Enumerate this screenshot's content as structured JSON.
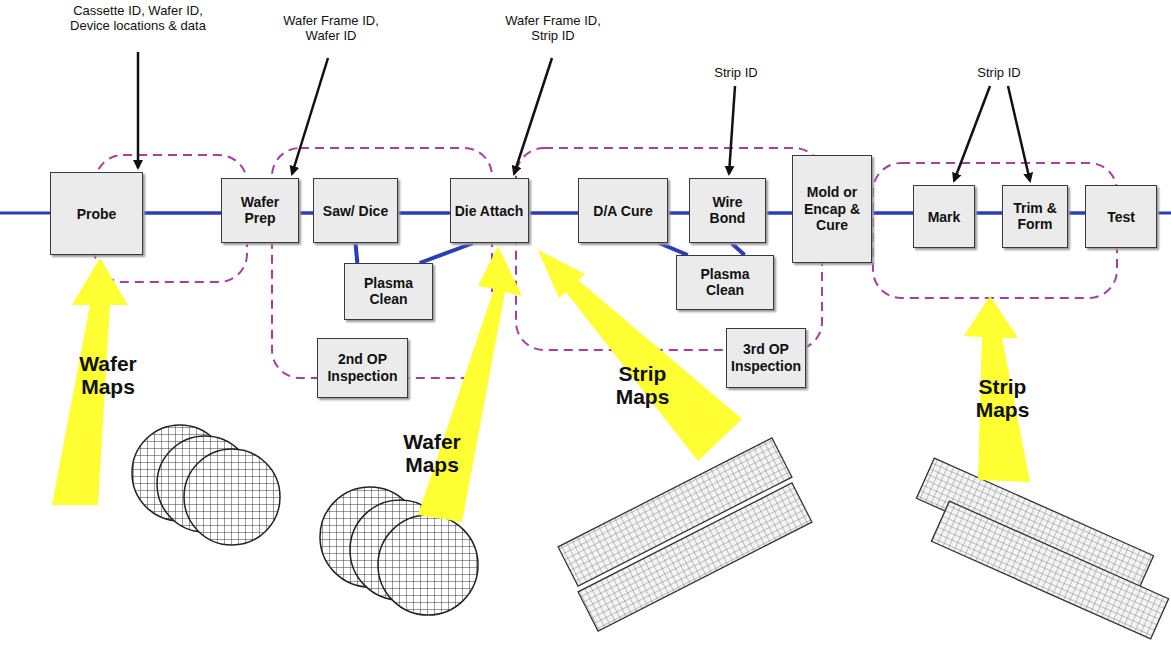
{
  "diagram": {
    "nodes": [
      {
        "text": [
          "Probe"
        ]
      },
      {
        "text": [
          "Wafer Prep"
        ]
      },
      {
        "text": [
          "Saw/ Dice"
        ]
      },
      {
        "text": [
          "Plasma Clean"
        ]
      },
      {
        "text": [
          "2nd OP Inspection"
        ]
      },
      {
        "text": [
          "Die Attach"
        ]
      },
      {
        "text": [
          "D/A Cure"
        ]
      },
      {
        "text": [
          "Wire Bond"
        ]
      },
      {
        "text": [
          "Plasma Clean"
        ]
      },
      {
        "text": [
          "3rd OP Inspection"
        ]
      },
      {
        "text": [
          "Mold or Encap & Cure"
        ]
      },
      {
        "text": [
          "Mark"
        ]
      },
      {
        "text": [
          "Trim & Form"
        ]
      },
      {
        "text": [
          "Test"
        ]
      }
    ],
    "edges": [
      {
        "from": 0,
        "to": 1,
        "arrow": "none"
      },
      {
        "from": 1,
        "to": 2,
        "arrow": "none"
      },
      {
        "from": 2,
        "to": 5,
        "arrow": "none"
      },
      {
        "from": 2,
        "to": 3,
        "arrow": "none"
      },
      {
        "from": 3,
        "to": 5,
        "arrow": "none"
      },
      {
        "from": 5,
        "to": 6,
        "arrow": "none"
      },
      {
        "from": 6,
        "to": 7,
        "arrow": "none"
      },
      {
        "from": 6,
        "to": 8,
        "arrow": "none"
      },
      {
        "from": 8,
        "to": 7,
        "arrow": "none"
      },
      {
        "from": 7,
        "to": 10,
        "arrow": "none"
      },
      {
        "from": 10,
        "to": 11,
        "arrow": "none"
      },
      {
        "from": 11,
        "to": 12,
        "arrow": "none"
      },
      {
        "from": 12,
        "to": 13,
        "arrow": "none"
      }
    ],
    "labels": [
      "Cassette ID, Wafer ID, Device locations & data",
      "Wafer Frame ID, Wafer ID",
      "Wafer Frame ID, Strip ID",
      "Strip ID",
      "Strip ID",
      "Wafer Maps",
      "Wafer Maps",
      "Strip Maps",
      "Strip Maps"
    ]
  }
}
